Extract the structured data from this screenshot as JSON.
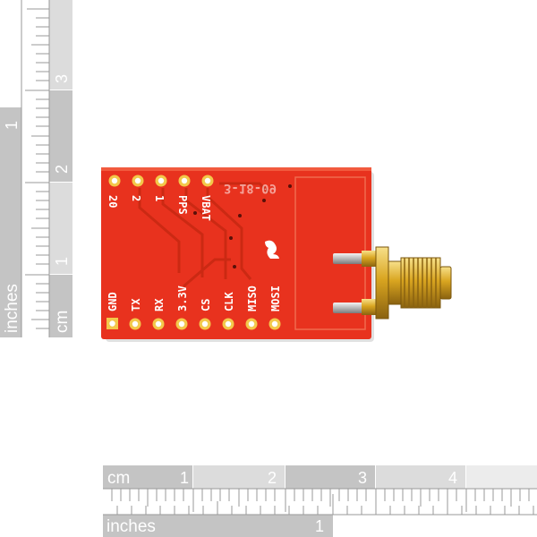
{
  "ruler_left": {
    "unit_cm": "cm",
    "unit_inches": "inches",
    "cm_numbers": [
      "1",
      "2",
      "3"
    ],
    "inch_numbers": [
      "1"
    ]
  },
  "ruler_bottom": {
    "unit_cm": "cm",
    "unit_inches": "inches",
    "cm_numbers": [
      "1",
      "2",
      "3",
      "4"
    ],
    "inch_numbers": [
      "1"
    ]
  },
  "board": {
    "date_code": "3-18-09",
    "top_pins": [
      "20",
      "2",
      "1",
      "PPS",
      "VBAT"
    ],
    "bottom_pins": [
      "GND",
      "TX",
      "RX",
      "3.3V",
      "CS",
      "CLK",
      "MISO",
      "MOSI"
    ]
  },
  "colors": {
    "pcb": "#e8321e",
    "ruler_gray": "#c8c8c8",
    "gold": "#d9a520"
  }
}
